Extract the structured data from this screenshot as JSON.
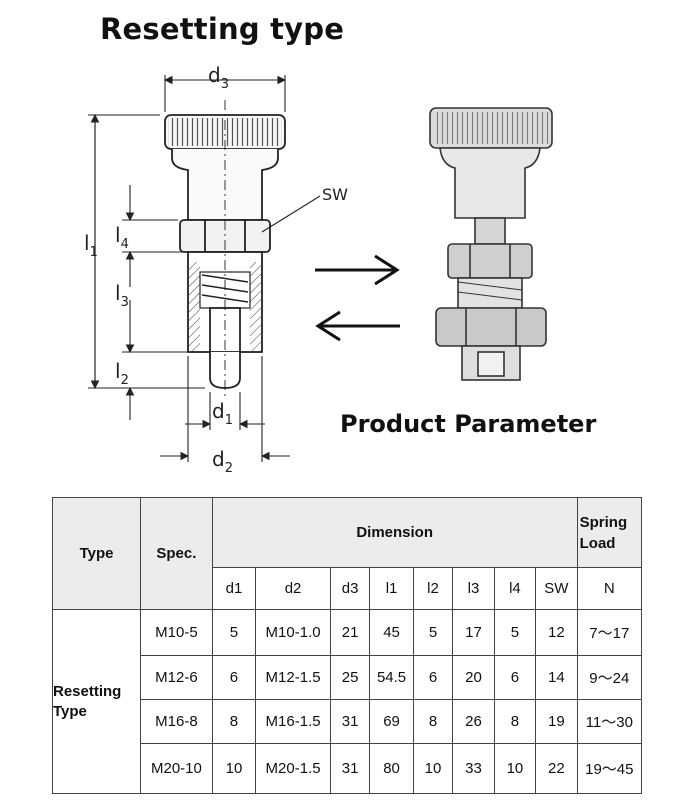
{
  "heading": "Resetting type",
  "product_parameter_title": "Product Parameter",
  "drawing_labels": {
    "d3": "d",
    "d3_sub": "3",
    "d1": "d",
    "d1_sub": "1",
    "d2": "d",
    "d2_sub": "2",
    "l1": "l",
    "l1_sub": "1",
    "l2": "l",
    "l2_sub": "2",
    "l3": "l",
    "l3_sub": "3",
    "l4": "l",
    "l4_sub": "4",
    "sw": "SW"
  },
  "table": {
    "header": {
      "type": "Type",
      "spec": "Spec.",
      "dimension": "Dimension",
      "spring_load_line1": "Spring",
      "spring_load_line2": "Load"
    },
    "subheaders": [
      "d1",
      "d2",
      "d3",
      "l1",
      "l2",
      "l3",
      "l4",
      "SW",
      "N"
    ],
    "type_label_line1": "Resetting",
    "type_label_line2": "Type",
    "rows": [
      {
        "spec": "M10-5",
        "d1": "5",
        "d2": "M10-1.0",
        "d3": "21",
        "l1": "45",
        "l2": "5",
        "l3": "17",
        "l4": "5",
        "sw": "12",
        "n": "7～17"
      },
      {
        "spec": "M12-6",
        "d1": "6",
        "d2": "M12-1.5",
        "d3": "25",
        "l1": "54.5",
        "l2": "6",
        "l3": "20",
        "l4": "6",
        "sw": "14",
        "n": "9～24"
      },
      {
        "spec": "M16-8",
        "d1": "8",
        "d2": "M16-1.5",
        "d3": "31",
        "l1": "69",
        "l2": "8",
        "l3": "26",
        "l4": "8",
        "sw": "19",
        "n": "11～30"
      },
      {
        "spec": "M20-10",
        "d1": "10",
        "d2": "M20-1.5",
        "d3": "31",
        "l1": "80",
        "l2": "10",
        "l3": "33",
        "l4": "10",
        "sw": "22",
        "n": "19～45"
      }
    ]
  }
}
